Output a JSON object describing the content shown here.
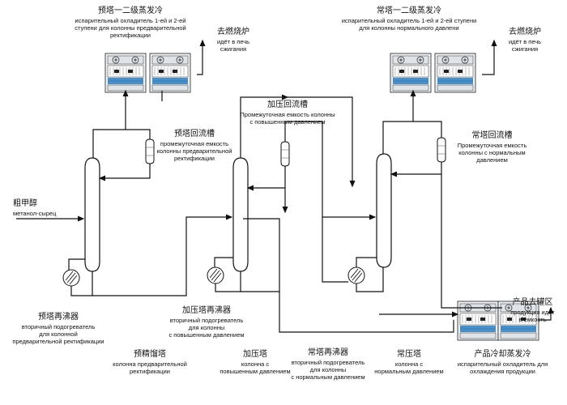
{
  "labels": {
    "pre_condenser": {
      "zh": "预塔一二级蒸发冷",
      "ru": [
        "испарительный охладитель 1-ей и 2-ей",
        "ступени для колонны предварительной",
        "ректификации"
      ]
    },
    "pre_furnace": {
      "zh": "去燃烧炉",
      "ru": [
        "идёт в печь",
        "сжигания"
      ]
    },
    "pre_reflux": {
      "zh": "预塔回流槽",
      "ru": [
        "промежуточная емкость",
        "колонны предварительной",
        "ректификации"
      ]
    },
    "press_reflux": {
      "zh": "加压回流槽",
      "ru": [
        "Промежуточная емкость колонны",
        "с повышенным давлением"
      ]
    },
    "atm_condenser": {
      "zh": "常塔一二级蒸发冷",
      "ru": [
        "испарительный охладитель 1-ей и 2-ей ступени",
        "для колонны нормального давлени"
      ]
    },
    "atm_furnace": {
      "zh": "去燃烧炉",
      "ru": [
        "идёт в печь",
        "сжигания"
      ]
    },
    "atm_reflux": {
      "zh": "常塔回流槽",
      "ru": [
        "Промежуточная емкость",
        "колонны с нормальным",
        "давлением"
      ]
    },
    "crude": {
      "zh": "粗甲醇",
      "ru": [
        "метанол-сырец"
      ]
    },
    "pre_reboiler": {
      "zh": "预塔再沸器",
      "ru": [
        "вторичный подогреватель",
        "для колонной",
        "предварительной ректификации"
      ]
    },
    "press_reboiler": {
      "zh": "加压塔再沸器",
      "ru": [
        "вторичный подогреватель",
        "для колонны",
        "с повышенным давлением"
      ]
    },
    "product_tank": {
      "zh": "产品去罐区",
      "ru": [
        "продукция идёт",
        "в ёмкость"
      ]
    },
    "pre_column": {
      "zh": "预精馏塔",
      "ru": [
        "колонна предварительной",
        "ректификации"
      ]
    },
    "press_column": {
      "zh": "加压塔",
      "ru": [
        "колонна с",
        "повышенным давлением"
      ]
    },
    "atm_reboiler": {
      "zh": "常塔再沸器",
      "ru": [
        "вторичный подогреватель",
        "для колонны",
        "с нормальным давлением"
      ]
    },
    "atm_column": {
      "zh": "常压塔",
      "ru": [
        "колонна с",
        "нормальным давлением"
      ]
    },
    "product_cooler": {
      "zh": "产品冷却蒸发冷",
      "ru": [
        "испарительный охладитель для",
        "охлаждения продукции"
      ]
    }
  },
  "colors": {
    "line": "#111111",
    "water": "#4a90c8",
    "unit_body": "#e9edf0",
    "fan": "#222222"
  }
}
